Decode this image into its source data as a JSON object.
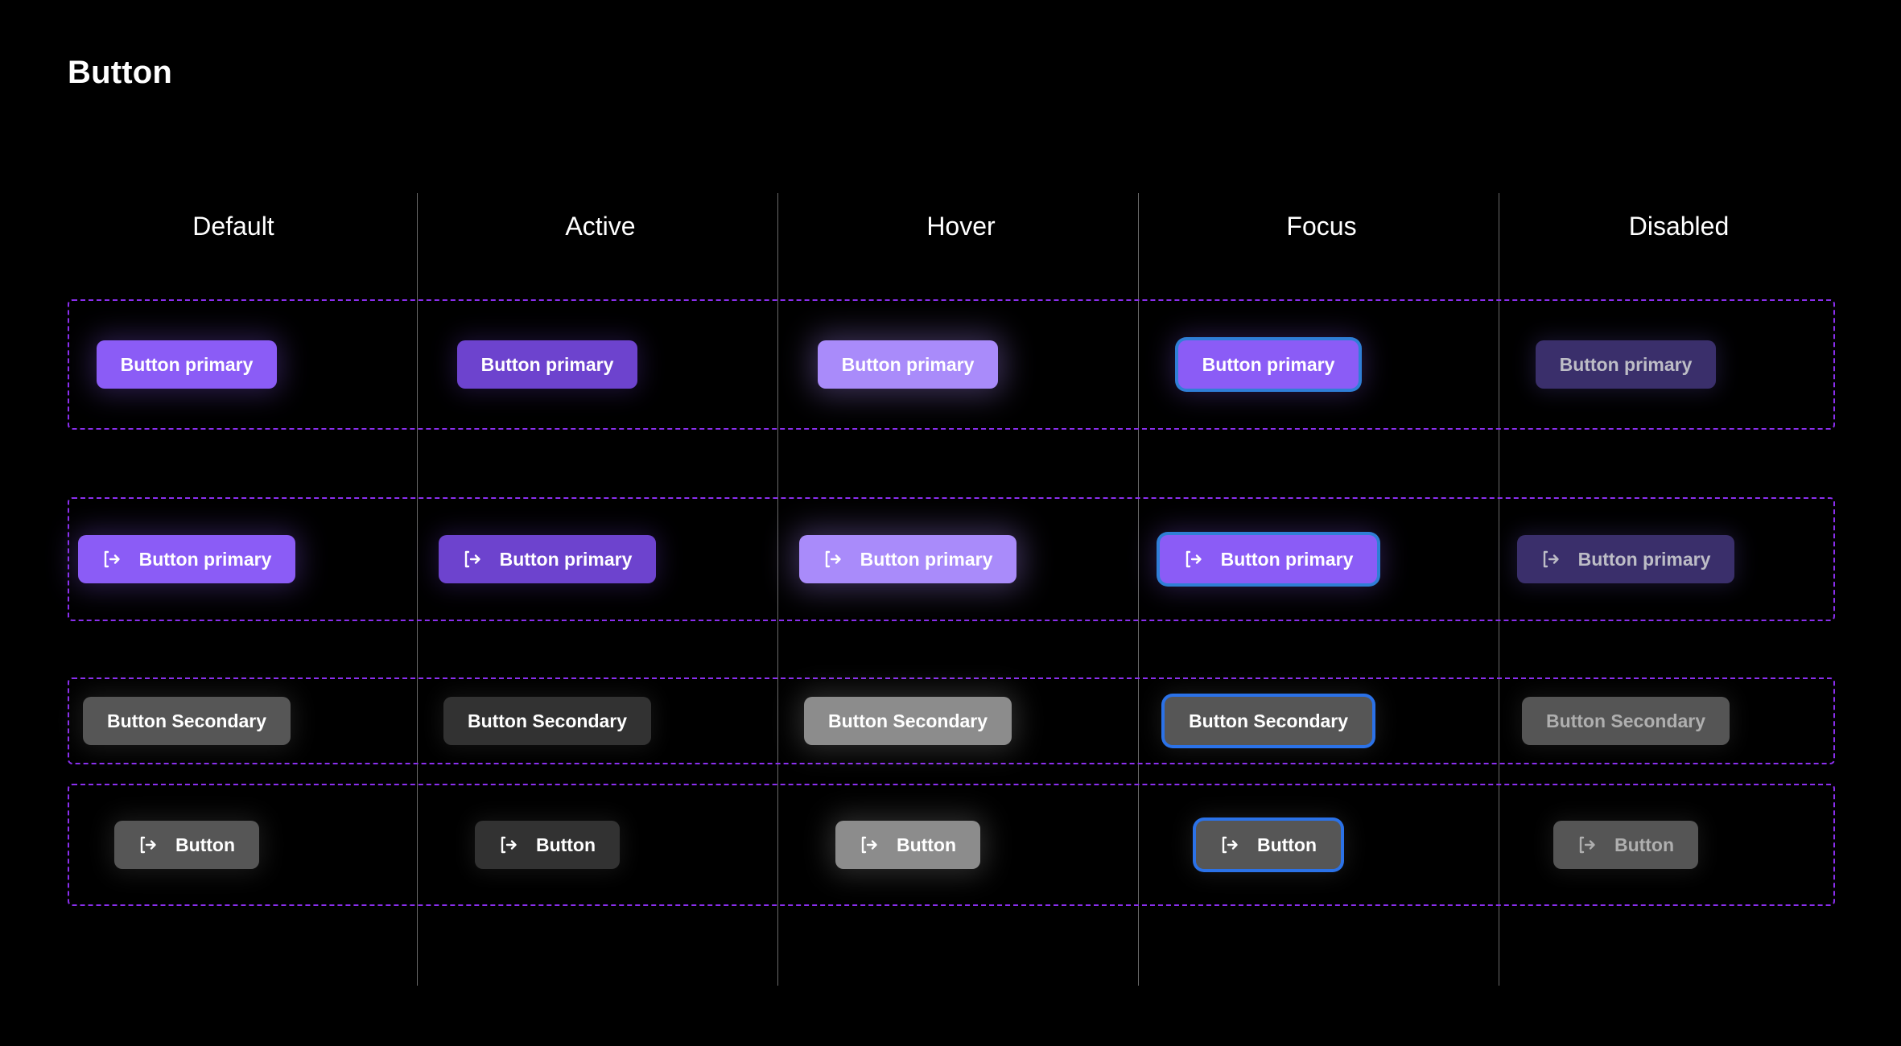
{
  "page": {
    "title": "Button",
    "background": "#000000"
  },
  "columns": [
    {
      "label": "Default",
      "key": "default"
    },
    {
      "label": "Active",
      "key": "active"
    },
    {
      "label": "Hover",
      "key": "hover"
    },
    {
      "label": "Focus",
      "key": "focus"
    },
    {
      "label": "Disabled",
      "key": "disabled"
    }
  ],
  "icons": {
    "login": "login-arrow-icon"
  },
  "colors": {
    "primary_default": "#8B5CF6",
    "primary_active": "#6D43CE",
    "primary_hover": "#A98BFA",
    "primary_disabled_bg": "#3A2F6B",
    "primary_disabled_text": "#BDBDC6",
    "secondary_default": "#565656",
    "secondary_active": "#323232",
    "secondary_hover": "#8C8C8C",
    "secondary_disabled_text": "#AFAFAF",
    "focus_ring_primary": "#2F7FD6",
    "focus_ring_secondary": "#2B72E8",
    "frame_dashed": "#8B2FEF",
    "column_divider": "#6A6A6A",
    "text": "#FFFFFF"
  },
  "rows": [
    {
      "name": "primary",
      "label": "Button primary",
      "has_icon": false,
      "cells": [
        {
          "state": "default",
          "label": "Button primary"
        },
        {
          "state": "active",
          "label": "Button primary"
        },
        {
          "state": "hover",
          "label": "Button primary"
        },
        {
          "state": "focus",
          "label": "Button primary"
        },
        {
          "state": "disabled",
          "label": "Button primary"
        }
      ]
    },
    {
      "name": "primary-icon",
      "label": "Button primary",
      "has_icon": true,
      "cells": [
        {
          "state": "default",
          "label": "Button primary"
        },
        {
          "state": "active",
          "label": "Button primary"
        },
        {
          "state": "hover",
          "label": "Button primary"
        },
        {
          "state": "focus",
          "label": "Button primary"
        },
        {
          "state": "disabled",
          "label": "Button primary"
        }
      ]
    },
    {
      "name": "secondary",
      "label": "Button Secondary",
      "has_icon": false,
      "cells": [
        {
          "state": "default",
          "label": "Button Secondary"
        },
        {
          "state": "active",
          "label": "Button Secondary"
        },
        {
          "state": "hover",
          "label": "Button Secondary"
        },
        {
          "state": "focus",
          "label": "Button Secondary"
        },
        {
          "state": "disabled",
          "label": "Button Secondary"
        }
      ]
    },
    {
      "name": "secondary-icon",
      "label": "Button",
      "has_icon": true,
      "cells": [
        {
          "state": "default",
          "label": "Button"
        },
        {
          "state": "active",
          "label": "Button"
        },
        {
          "state": "hover",
          "label": "Button"
        },
        {
          "state": "focus",
          "label": "Button"
        },
        {
          "state": "disabled",
          "label": "Button"
        }
      ]
    }
  ]
}
